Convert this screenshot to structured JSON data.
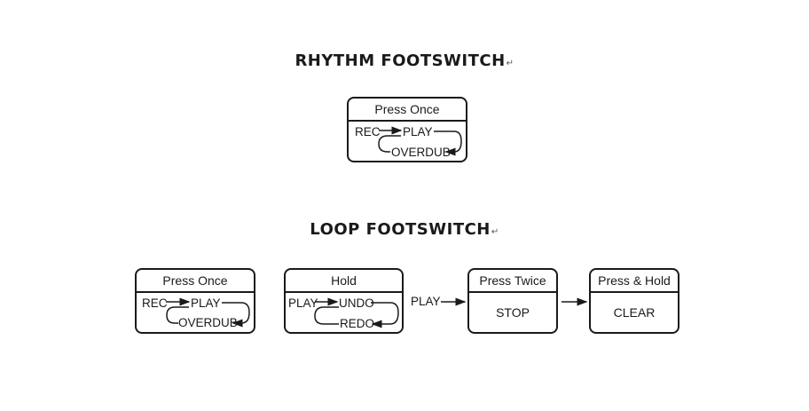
{
  "rhythm": {
    "heading": "RHYTHM FOOTSWITCH",
    "return_mark": "↵",
    "box": {
      "head": "Press Once",
      "rec": "REC",
      "play": "PLAY",
      "overdub": "OVERDUB"
    }
  },
  "loop": {
    "heading": "LOOP FOOTSWITCH",
    "return_mark": "↵",
    "press_once": {
      "head": "Press Once",
      "rec": "REC",
      "play": "PLAY",
      "overdub": "OVERDUB"
    },
    "hold": {
      "head": "Hold",
      "play": "PLAY",
      "undo": "UNDO",
      "redo": "REDO"
    },
    "between_label": "PLAY",
    "press_twice": {
      "head": "Press Twice",
      "body": "STOP"
    },
    "press_hold": {
      "head": "Press & Hold",
      "body": "CLEAR"
    }
  }
}
